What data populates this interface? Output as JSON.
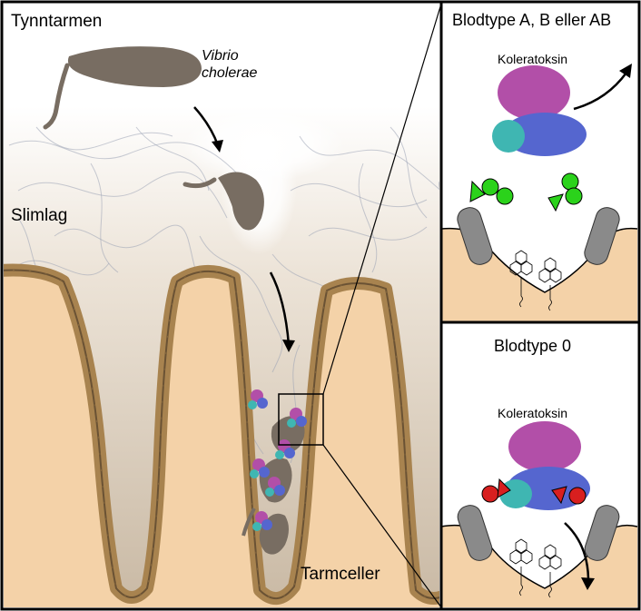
{
  "labels": {
    "small_intestine": "Tynntarmen",
    "bacterium_genus": "Vibrio",
    "bacterium_species": "cholerae",
    "mucus_layer": "Slimlag",
    "intestinal_cells": "Tarmceller"
  },
  "panel_top": {
    "title": "Blodtype A, B eller AB",
    "toxin_label": "Koleratoksin",
    "antigen_color": "#2bd21b",
    "toxin_outcome": "released"
  },
  "panel_bottom": {
    "title": "Blodtype 0",
    "toxin_label": "Koleratoksin",
    "antigen_color": "#d81f1f",
    "toxin_outcome": "bound"
  },
  "colors": {
    "tissue": "#f4d2a8",
    "tissue_edge": "#a8834f",
    "bacterium": "#786d62",
    "toxin_a": "#b24fa8",
    "toxin_b": "#5566cf",
    "toxin_b2": "#3fb6b2"
  }
}
